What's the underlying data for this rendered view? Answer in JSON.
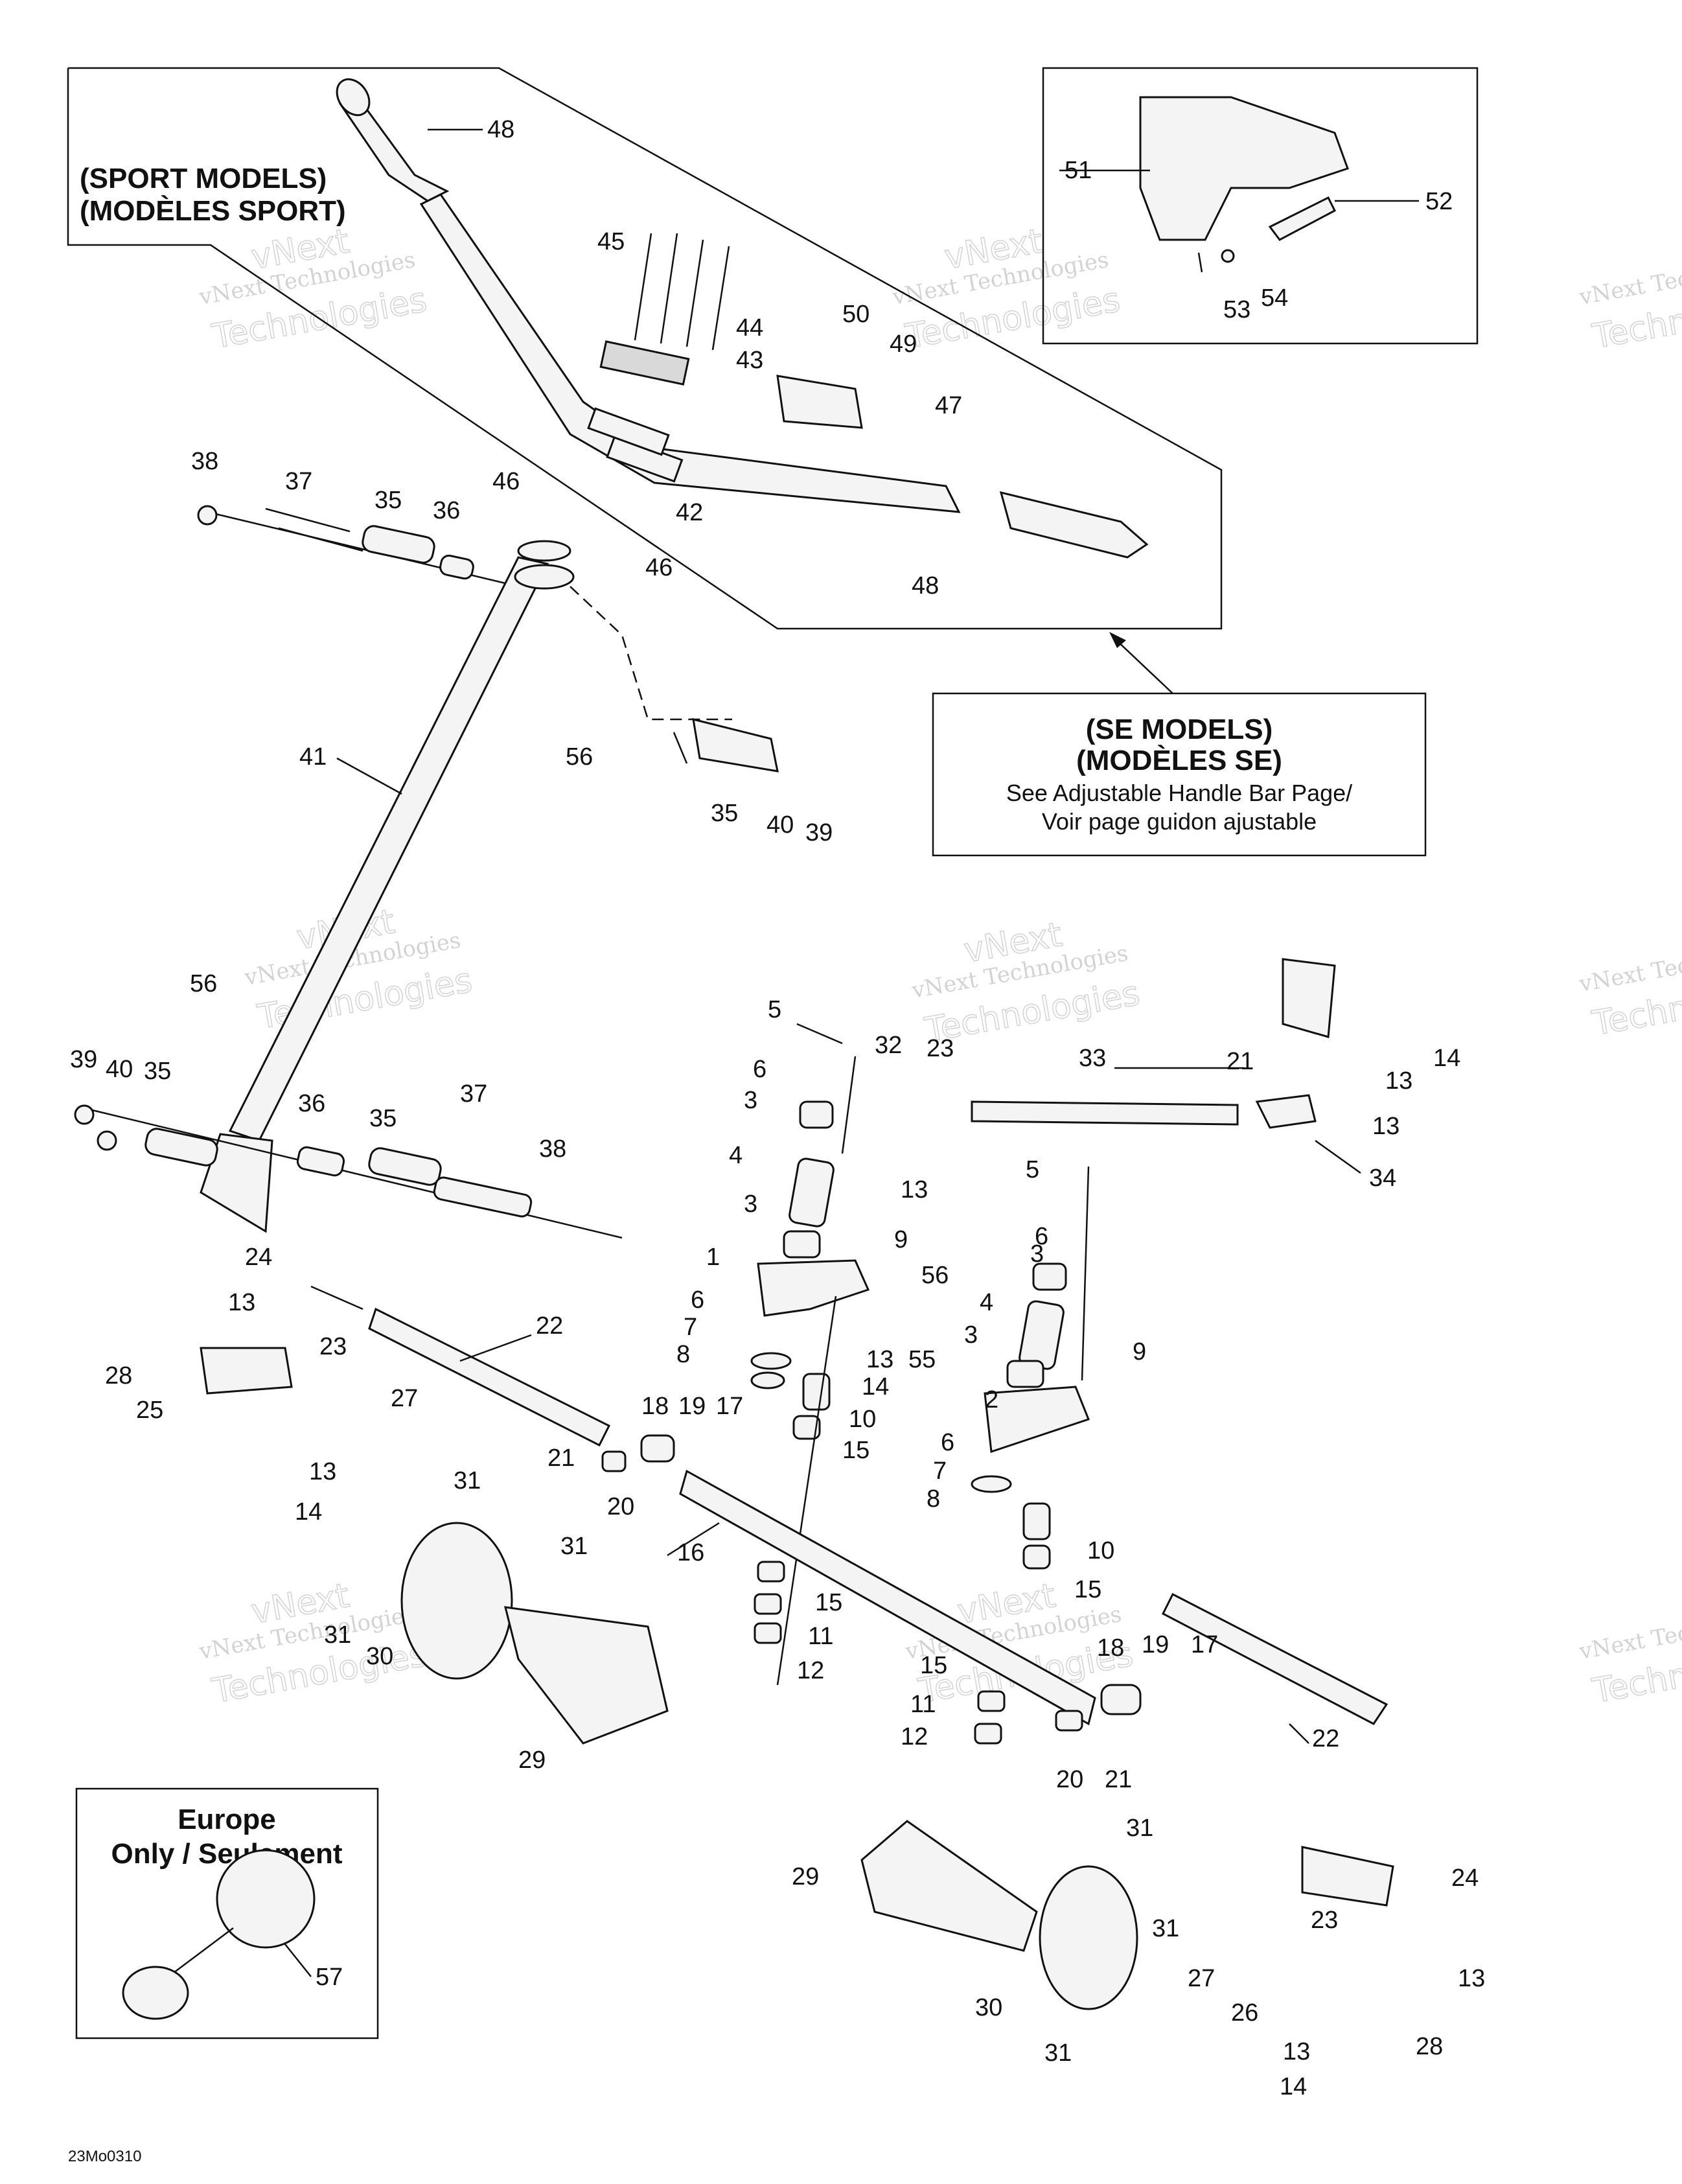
{
  "diagram_code": "23Mo0310",
  "sport_box": {
    "line1": "(SPORT MODELS)",
    "line2": "(MODÈLES SPORT)"
  },
  "se_box": {
    "line1": "(SE MODELS)",
    "line2": "(MODÈLES SE)",
    "line3": "See Adjustable Handle Bar Page/",
    "line4": "Voir page guidon ajustable"
  },
  "europe_box": {
    "line1": "Europe",
    "line2": "Only / Seulement"
  },
  "watermark": {
    "line1": "vNext Technologies",
    "line2": "vNext",
    "line3": "Technologies"
  },
  "callouts": [
    {
      "id": "c48a",
      "text": "48"
    },
    {
      "id": "c45",
      "text": "45"
    },
    {
      "id": "c44",
      "text": "44"
    },
    {
      "id": "c43",
      "text": "43"
    },
    {
      "id": "c50",
      "text": "50"
    },
    {
      "id": "c49",
      "text": "49"
    },
    {
      "id": "c47",
      "text": "47"
    },
    {
      "id": "c46a",
      "text": "46"
    },
    {
      "id": "c42",
      "text": "42"
    },
    {
      "id": "c46b",
      "text": "46"
    },
    {
      "id": "c48b",
      "text": "48"
    },
    {
      "id": "c38a",
      "text": "38"
    },
    {
      "id": "c37a",
      "text": "37"
    },
    {
      "id": "c35a",
      "text": "35"
    },
    {
      "id": "c36a",
      "text": "36"
    },
    {
      "id": "c56a",
      "text": "56"
    },
    {
      "id": "c41",
      "text": "41"
    },
    {
      "id": "c35b",
      "text": "35"
    },
    {
      "id": "c40a",
      "text": "40"
    },
    {
      "id": "c39a",
      "text": "39"
    },
    {
      "id": "c51",
      "text": "51"
    },
    {
      "id": "c52",
      "text": "52"
    },
    {
      "id": "c53",
      "text": "53"
    },
    {
      "id": "c54",
      "text": "54"
    },
    {
      "id": "c56b",
      "text": "56"
    },
    {
      "id": "c39b",
      "text": "39"
    },
    {
      "id": "c40b",
      "text": "40"
    },
    {
      "id": "c35c",
      "text": "35"
    },
    {
      "id": "c36b",
      "text": "36"
    },
    {
      "id": "c35d",
      "text": "35"
    },
    {
      "id": "c37b",
      "text": "37"
    },
    {
      "id": "c38b",
      "text": "38"
    },
    {
      "id": "c5a",
      "text": "5"
    },
    {
      "id": "c32",
      "text": "32"
    },
    {
      "id": "c23a",
      "text": "23"
    },
    {
      "id": "c33",
      "text": "33"
    },
    {
      "id": "c21a",
      "text": "21"
    },
    {
      "id": "c14a",
      "text": "14"
    },
    {
      "id": "c13a",
      "text": "13"
    },
    {
      "id": "c13b",
      "text": "13"
    },
    {
      "id": "c34",
      "text": "34"
    },
    {
      "id": "c6a",
      "text": "6"
    },
    {
      "id": "c3a",
      "text": "3"
    },
    {
      "id": "c4a",
      "text": "4"
    },
    {
      "id": "c13c",
      "text": "13"
    },
    {
      "id": "c3b",
      "text": "3"
    },
    {
      "id": "c9a",
      "text": "9"
    },
    {
      "id": "c5b",
      "text": "5"
    },
    {
      "id": "c6b",
      "text": "6"
    },
    {
      "id": "c3c",
      "text": "3"
    },
    {
      "id": "c1",
      "text": "1"
    },
    {
      "id": "c56c",
      "text": "56"
    },
    {
      "id": "c6c",
      "text": "6"
    },
    {
      "id": "c7a",
      "text": "7"
    },
    {
      "id": "c8a",
      "text": "8"
    },
    {
      "id": "c13d",
      "text": "13"
    },
    {
      "id": "c14b",
      "text": "14"
    },
    {
      "id": "c55",
      "text": "55"
    },
    {
      "id": "c4b",
      "text": "4"
    },
    {
      "id": "c3d",
      "text": "3"
    },
    {
      "id": "c9b",
      "text": "9"
    },
    {
      "id": "c10a",
      "text": "10"
    },
    {
      "id": "c15a",
      "text": "15"
    },
    {
      "id": "c2",
      "text": "2"
    },
    {
      "id": "c6d",
      "text": "6"
    },
    {
      "id": "c7b",
      "text": "7"
    },
    {
      "id": "c8b",
      "text": "8"
    },
    {
      "id": "c10b",
      "text": "10"
    },
    {
      "id": "c15b",
      "text": "15"
    },
    {
      "id": "c24a",
      "text": "24"
    },
    {
      "id": "c13e",
      "text": "13"
    },
    {
      "id": "c23b",
      "text": "23"
    },
    {
      "id": "c22a",
      "text": "22"
    },
    {
      "id": "c28a",
      "text": "28"
    },
    {
      "id": "c25",
      "text": "25"
    },
    {
      "id": "c27a",
      "text": "27"
    },
    {
      "id": "c13f",
      "text": "13"
    },
    {
      "id": "c14c",
      "text": "14"
    },
    {
      "id": "c21b",
      "text": "21"
    },
    {
      "id": "c20a",
      "text": "20"
    },
    {
      "id": "c18a",
      "text": "18"
    },
    {
      "id": "c19a",
      "text": "19"
    },
    {
      "id": "c17a",
      "text": "17"
    },
    {
      "id": "c31a",
      "text": "31"
    },
    {
      "id": "c31b",
      "text": "31"
    },
    {
      "id": "c16",
      "text": "16"
    },
    {
      "id": "c31c",
      "text": "31"
    },
    {
      "id": "c30a",
      "text": "30"
    },
    {
      "id": "c29a",
      "text": "29"
    },
    {
      "id": "c15c",
      "text": "15"
    },
    {
      "id": "c11a",
      "text": "11"
    },
    {
      "id": "c12a",
      "text": "12"
    },
    {
      "id": "c15d",
      "text": "15"
    },
    {
      "id": "c11b",
      "text": "11"
    },
    {
      "id": "c12b",
      "text": "12"
    },
    {
      "id": "c18b",
      "text": "18"
    },
    {
      "id": "c19b",
      "text": "19"
    },
    {
      "id": "c17b",
      "text": "17"
    },
    {
      "id": "c20b",
      "text": "20"
    },
    {
      "id": "c21c",
      "text": "21"
    },
    {
      "id": "c22b",
      "text": "22"
    },
    {
      "id": "c31d",
      "text": "31"
    },
    {
      "id": "c29b",
      "text": "29"
    },
    {
      "id": "c24b",
      "text": "24"
    },
    {
      "id": "c23c",
      "text": "23"
    },
    {
      "id": "c31e",
      "text": "31"
    },
    {
      "id": "c27b",
      "text": "27"
    },
    {
      "id": "c13g",
      "text": "13"
    },
    {
      "id": "c26",
      "text": "26"
    },
    {
      "id": "c30b",
      "text": "30"
    },
    {
      "id": "c13h",
      "text": "13"
    },
    {
      "id": "c28b",
      "text": "28"
    },
    {
      "id": "c31f",
      "text": "31"
    },
    {
      "id": "c14d",
      "text": "14"
    },
    {
      "id": "c57",
      "text": "57"
    }
  ]
}
